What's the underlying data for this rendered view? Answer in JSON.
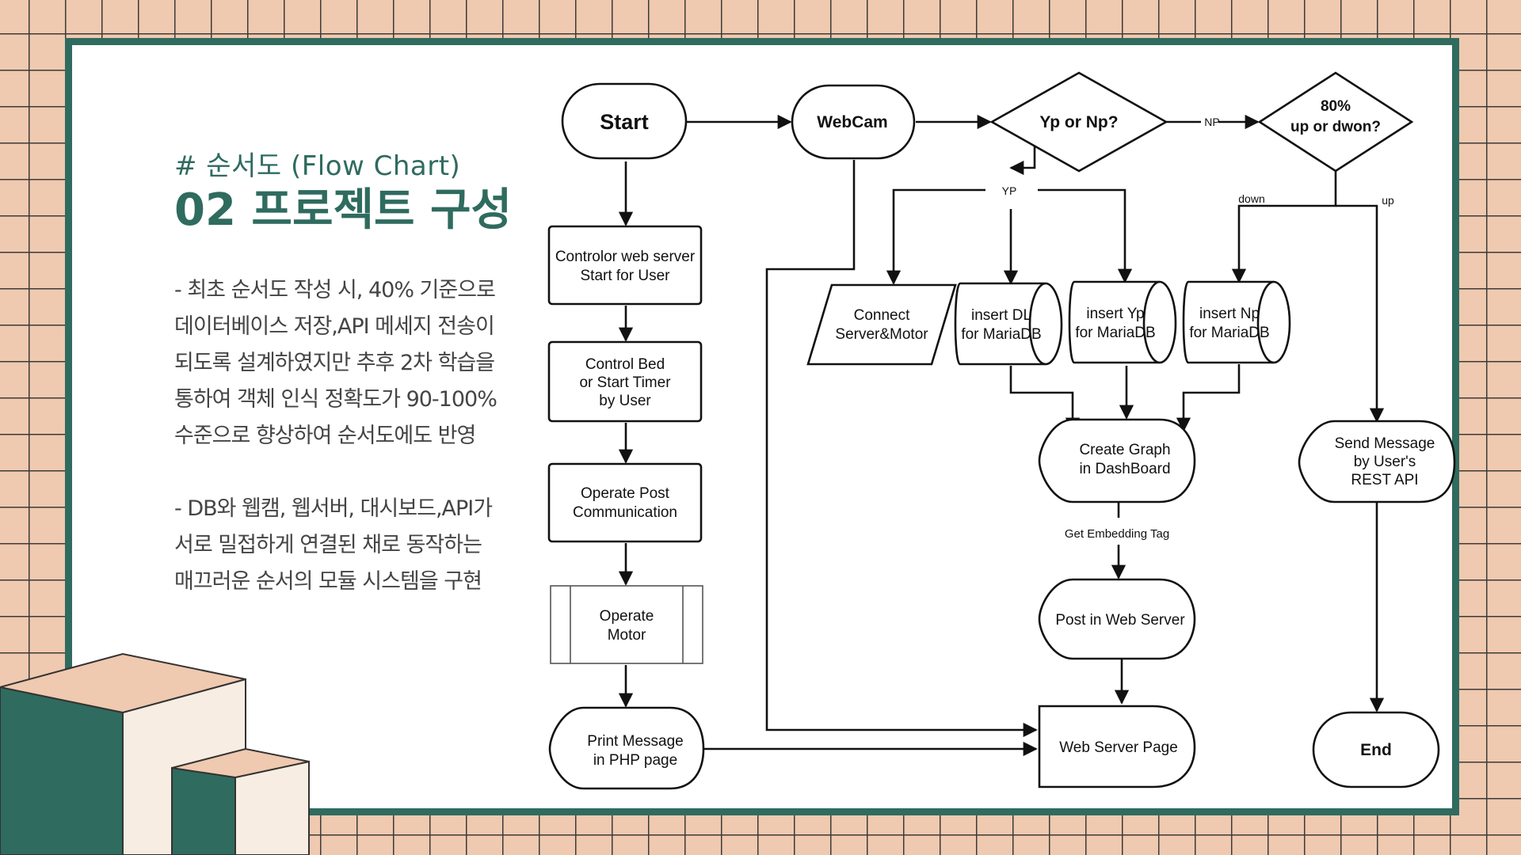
{
  "header": {
    "subtitle": "# 순서도 (Flow Chart)",
    "title": "02 프로젝트 구성"
  },
  "description": {
    "paragraph1": [
      "- 최초 순서도 작성 시, 40% 기준으로",
      "데이터베이스 저장,API 메세지 전송이",
      "되도록 설계하였지만 추후 2차 학습을",
      "통하여 객체 인식 정확도가 90-100%",
      "수준으로 향상하여 순서도에도 반영"
    ],
    "paragraph2": [
      "- DB와 웹캠, 웹서버, 대시보드,API가",
      "서로 밀접하게 연결된 채로 동작하는",
      "매끄러운 순서의 모듈 시스템을 구현"
    ]
  },
  "flowchart": {
    "nodes": {
      "start": "Start",
      "webcam": "WebCam",
      "decision1": "Yp or Np?",
      "decision2": [
        "80%",
        "up or dwon?"
      ],
      "control_web": [
        "Controlor web server",
        "Start for User"
      ],
      "control_bed": [
        "Control Bed",
        "or Start Timer",
        "by User"
      ],
      "operate_post": [
        "Operate Post",
        "Communication"
      ],
      "operate_motor": [
        "Operate",
        "Motor"
      ],
      "print_message": [
        "Print Message",
        "in PHP page"
      ],
      "connect": [
        "Connect",
        "Server&Motor"
      ],
      "insert_dl": [
        "insert DL",
        "for MariaDB"
      ],
      "insert_yp": [
        "insert Yp",
        "for MariaDB"
      ],
      "insert_np": [
        "insert Np",
        "for MariaDB"
      ],
      "create_graph": [
        "Create Graph",
        "in DashBoard"
      ],
      "post_web": "Post in Web Server",
      "web_page": "Web Server Page",
      "send_message": [
        "Send Message",
        "by User's",
        "REST API"
      ],
      "end": "End"
    },
    "edge_labels": {
      "np": "NP",
      "yp": "YP",
      "down": "down",
      "up": "up",
      "embedding": "Get Embedding Tag"
    }
  },
  "colors": {
    "accent": "#2f6b5f",
    "background": "#efc9b0",
    "cube_light": "#f8ede2",
    "cube_top": "#efc9b0"
  }
}
